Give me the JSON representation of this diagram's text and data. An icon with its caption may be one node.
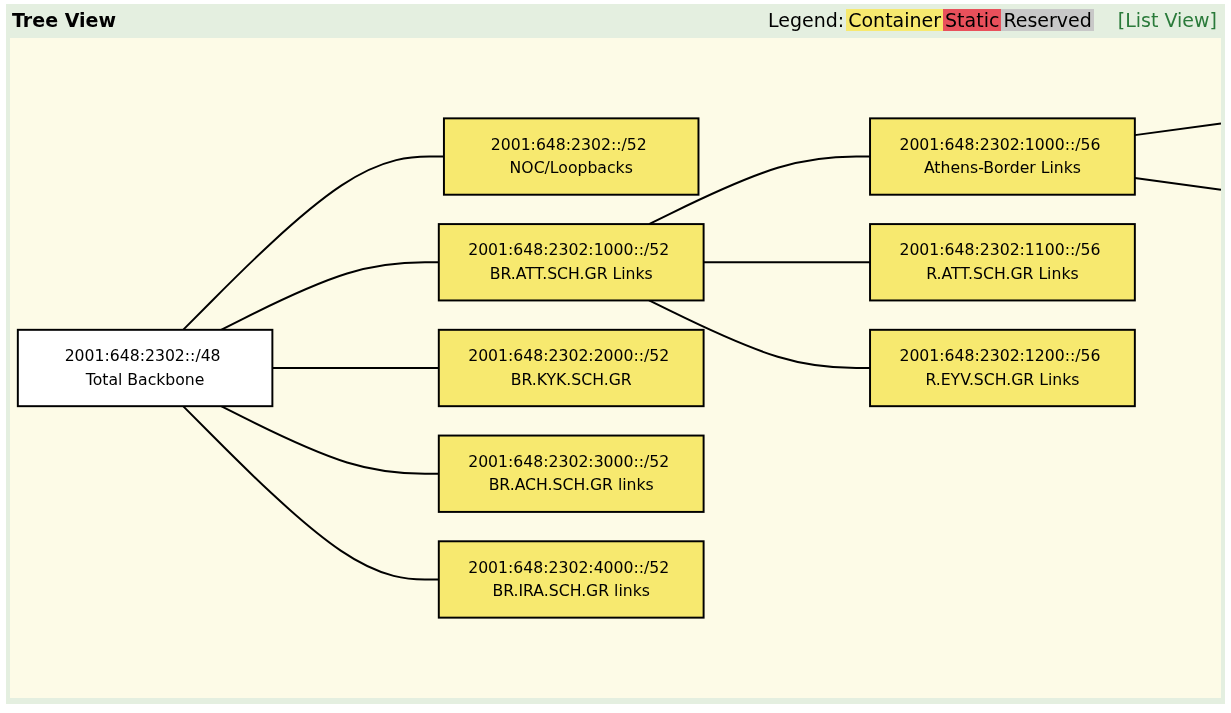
{
  "diagram": {
    "title": "Tree View",
    "nodes": [
      {
        "text": [
          "2001:648:2302::/48 Total Backbone"
        ]
      },
      {
        "text": [
          "2001:648:2302::/52 NOC/Loopbacks"
        ]
      },
      {
        "text": [
          "2001:648:2302:1000::/52 BR.ATT.SCH.GR Links"
        ]
      },
      {
        "text": [
          "2001:648:2302:2000::/52 BR.KYK.SCH.GR"
        ]
      },
      {
        "text": [
          "2001:648:2302:3000::/52 BR.ACH.SCH.GR links"
        ]
      },
      {
        "text": [
          "2001:648:2302:4000::/52 BR.IRA.SCH.GR links"
        ]
      },
      {
        "text": [
          "2001:648:2302:1000::/56 Athens-Border Links"
        ]
      },
      {
        "text": [
          "2001:648:2302:1100::/56 R.ATT.SCH.GR Links"
        ]
      },
      {
        "text": [
          "2001:648:2302:1200::/56 R.EYV.SCH.GR Links"
        ]
      }
    ],
    "edges": [
      {
        "from": 0,
        "to": 1,
        "arrow": "none"
      },
      {
        "from": 0,
        "to": 2,
        "arrow": "none"
      },
      {
        "from": 0,
        "to": 3,
        "arrow": "none"
      },
      {
        "from": 0,
        "to": 4,
        "arrow": "none"
      },
      {
        "from": 0,
        "to": 5,
        "arrow": "none"
      },
      {
        "from": 2,
        "to": 6,
        "arrow": "none"
      },
      {
        "from": 2,
        "to": 7,
        "arrow": "none"
      },
      {
        "from": 2,
        "to": 8,
        "arrow": "none"
      },
      {
        "from": 6,
        "to": null,
        "arrow": "none"
      },
      {
        "from": 6,
        "to": null,
        "arrow": "none"
      }
    ],
    "labels": [
      "Legend:",
      "[List View]"
    ],
    "legend": [
      {
        "text": "Container",
        "color": "#f7e96f"
      },
      {
        "text": "Static",
        "color": "#e8505b"
      },
      {
        "text": "Reserved",
        "color": "#c8c8c8"
      }
    ]
  }
}
